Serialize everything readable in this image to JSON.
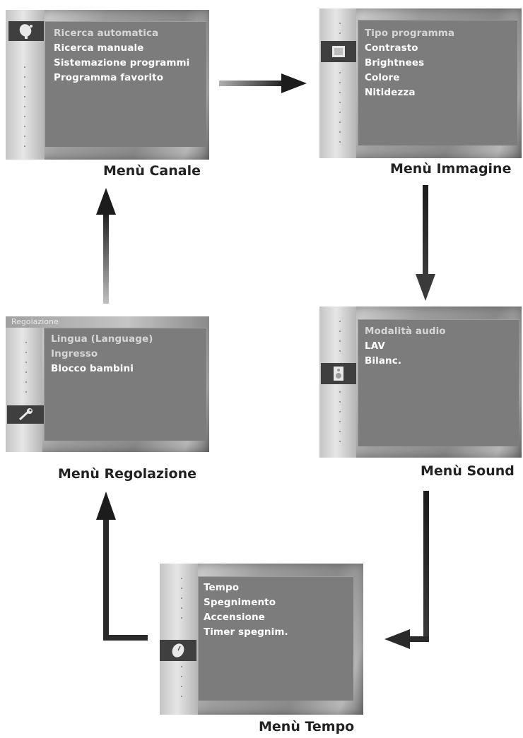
{
  "menus": {
    "canale": {
      "caption": "Menù Canale",
      "items": [
        "Ricerca automatica",
        "Ricerca manuale",
        "Sistemazione programmi",
        "Programma favorito"
      ],
      "selected_icon": "satellite-dish-icon"
    },
    "immagine": {
      "caption": "Menù Immagine",
      "items": [
        "Tipo programma",
        "Contrasto",
        "Brightnees",
        "Colore",
        "Nitidezza"
      ],
      "selected_icon": "picture-icon"
    },
    "sound": {
      "caption": "Menù Sound",
      "items": [
        "Modalità audio",
        "LAV",
        "Bilanc."
      ],
      "selected_icon": "speaker-icon"
    },
    "tempo": {
      "caption": "Menù Tempo",
      "items": [
        "Tempo",
        "Spegnimento",
        "Accensione",
        "Timer spegnim."
      ],
      "selected_icon": "clock-icon"
    },
    "regolazione": {
      "caption": "Menù Regolazione",
      "title": "Regolazione",
      "items": [
        "Lingua (Language)",
        "Ingresso",
        "Blocco bambini"
      ],
      "selected_icon": "wrench-icon"
    }
  },
  "colors": {
    "arrow": "#1c1c1c",
    "menu_content": "#7c7c7c",
    "selected_icon_bg": "#3f3f3f"
  }
}
